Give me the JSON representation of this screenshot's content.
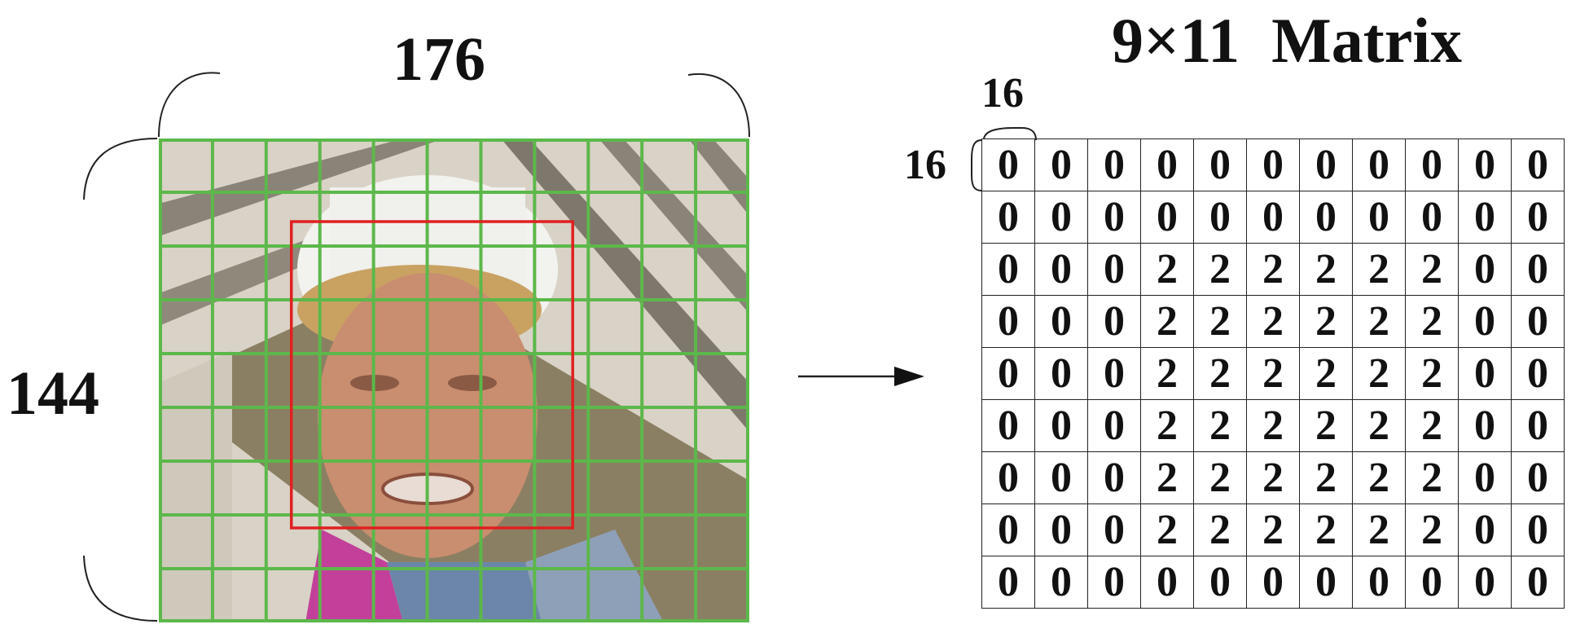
{
  "labels": {
    "image_width": "176",
    "image_height": "144",
    "matrix_title": "9×11  Matrix",
    "cell_width": "16",
    "cell_height": "16"
  },
  "grid": {
    "rows": 9,
    "cols": 11
  },
  "face_region": {
    "row_start": 2,
    "row_end": 7,
    "col_start": 3,
    "col_end": 8
  },
  "matrix": [
    [
      "0",
      "0",
      "0",
      "0",
      "0",
      "0",
      "0",
      "0",
      "0",
      "0",
      "0"
    ],
    [
      "0",
      "0",
      "0",
      "0",
      "0",
      "0",
      "0",
      "0",
      "0",
      "0",
      "0"
    ],
    [
      "0",
      "0",
      "0",
      "2",
      "2",
      "2",
      "2",
      "2",
      "2",
      "0",
      "0"
    ],
    [
      "0",
      "0",
      "0",
      "2",
      "2",
      "2",
      "2",
      "2",
      "2",
      "0",
      "0"
    ],
    [
      "0",
      "0",
      "0",
      "2",
      "2",
      "2",
      "2",
      "2",
      "2",
      "0",
      "0"
    ],
    [
      "0",
      "0",
      "0",
      "2",
      "2",
      "2",
      "2",
      "2",
      "2",
      "0",
      "0"
    ],
    [
      "0",
      "0",
      "0",
      "2",
      "2",
      "2",
      "2",
      "2",
      "2",
      "0",
      "0"
    ],
    [
      "0",
      "0",
      "0",
      "2",
      "2",
      "2",
      "2",
      "2",
      "2",
      "0",
      "0"
    ],
    [
      "0",
      "0",
      "0",
      "0",
      "0",
      "0",
      "0",
      "0",
      "0",
      "0",
      "0"
    ]
  ],
  "colors": {
    "grid": "#5cb84a",
    "face_box": "#e02020",
    "line": "#222222"
  },
  "icons": {
    "arrow": "right-arrow-icon",
    "brace": "curly-brace-icon"
  }
}
